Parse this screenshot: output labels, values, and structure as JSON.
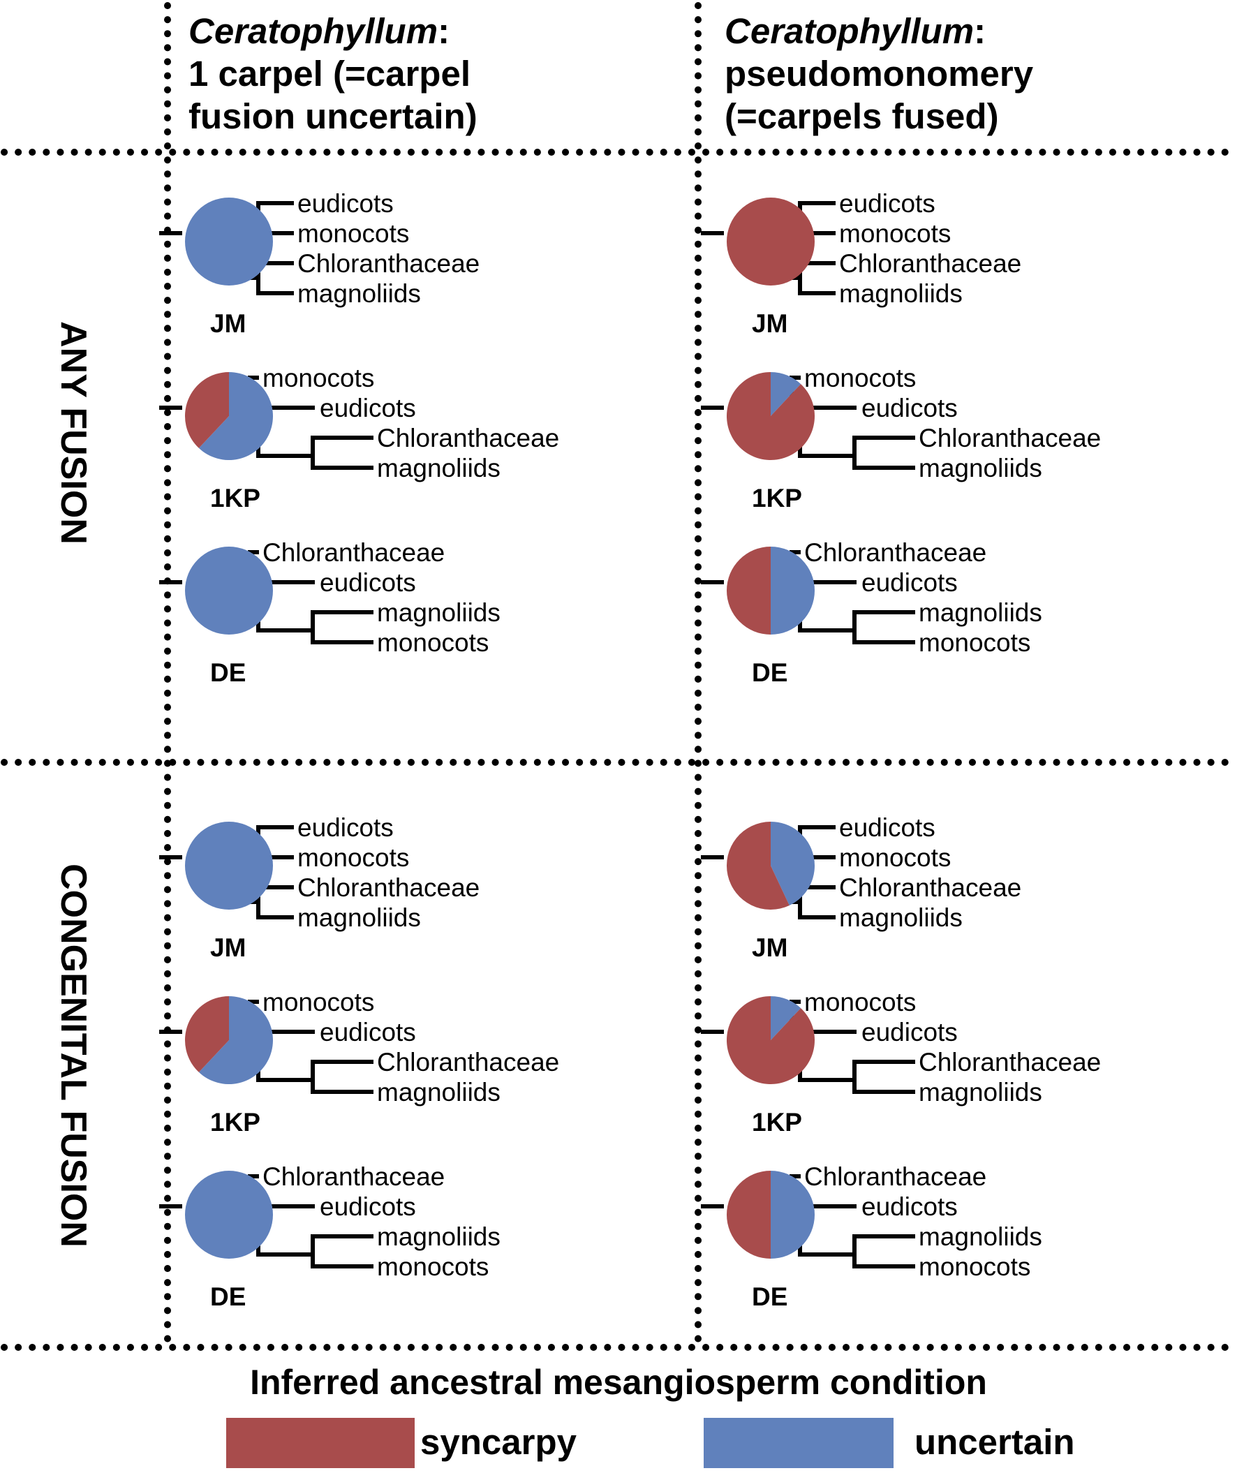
{
  "colors": {
    "syncarpy": "#A84C4C",
    "uncertain": "#6081BC",
    "line": "#000000"
  },
  "columns": [
    {
      "genus": "Ceratophyllum",
      "colon": ":",
      "line2": "1 carpel (=carpel",
      "line3": "fusion uncertain)"
    },
    {
      "genus": "Ceratophyllum",
      "colon": ":",
      "line2": "pseudomonomery",
      "line3": "(=carpels fused)"
    }
  ],
  "rows": [
    {
      "label": "ANY FUSION"
    },
    {
      "label": "CONGENITAL FUSION"
    }
  ],
  "topologies": {
    "JM": {
      "type": "two-pairs",
      "taxa": [
        "eudicots",
        "monocots",
        "Chloranthaceae",
        "magnoliids"
      ]
    },
    "1KP": {
      "type": "ladder",
      "taxa": [
        "monocots",
        "eudicots",
        "Chloranthaceae",
        "magnoliids"
      ]
    },
    "DE": {
      "type": "ladder",
      "taxa": [
        "Chloranthaceae",
        "eudicots",
        "magnoliids",
        "monocots"
      ]
    }
  },
  "panels": [
    {
      "row": 0,
      "col": 0,
      "trees": [
        {
          "label": "JM",
          "syncarpy_fraction": 0.0
        },
        {
          "label": "1KP",
          "syncarpy_fraction": 0.38
        },
        {
          "label": "DE",
          "syncarpy_fraction": 0.0
        }
      ]
    },
    {
      "row": 0,
      "col": 1,
      "trees": [
        {
          "label": "JM",
          "syncarpy_fraction": 1.0
        },
        {
          "label": "1KP",
          "syncarpy_fraction": 0.88
        },
        {
          "label": "DE",
          "syncarpy_fraction": 0.5
        }
      ]
    },
    {
      "row": 1,
      "col": 0,
      "trees": [
        {
          "label": "JM",
          "syncarpy_fraction": 0.0
        },
        {
          "label": "1KP",
          "syncarpy_fraction": 0.38
        },
        {
          "label": "DE",
          "syncarpy_fraction": 0.0
        }
      ]
    },
    {
      "row": 1,
      "col": 1,
      "trees": [
        {
          "label": "JM",
          "syncarpy_fraction": 0.57
        },
        {
          "label": "1KP",
          "syncarpy_fraction": 0.88
        },
        {
          "label": "DE",
          "syncarpy_fraction": 0.5
        }
      ]
    }
  ],
  "footer": {
    "title": "Inferred ancestral mesangiosperm condition",
    "legend": [
      {
        "key": "syncarpy",
        "label": "syncarpy"
      },
      {
        "key": "uncertain",
        "label": "uncertain"
      }
    ]
  }
}
